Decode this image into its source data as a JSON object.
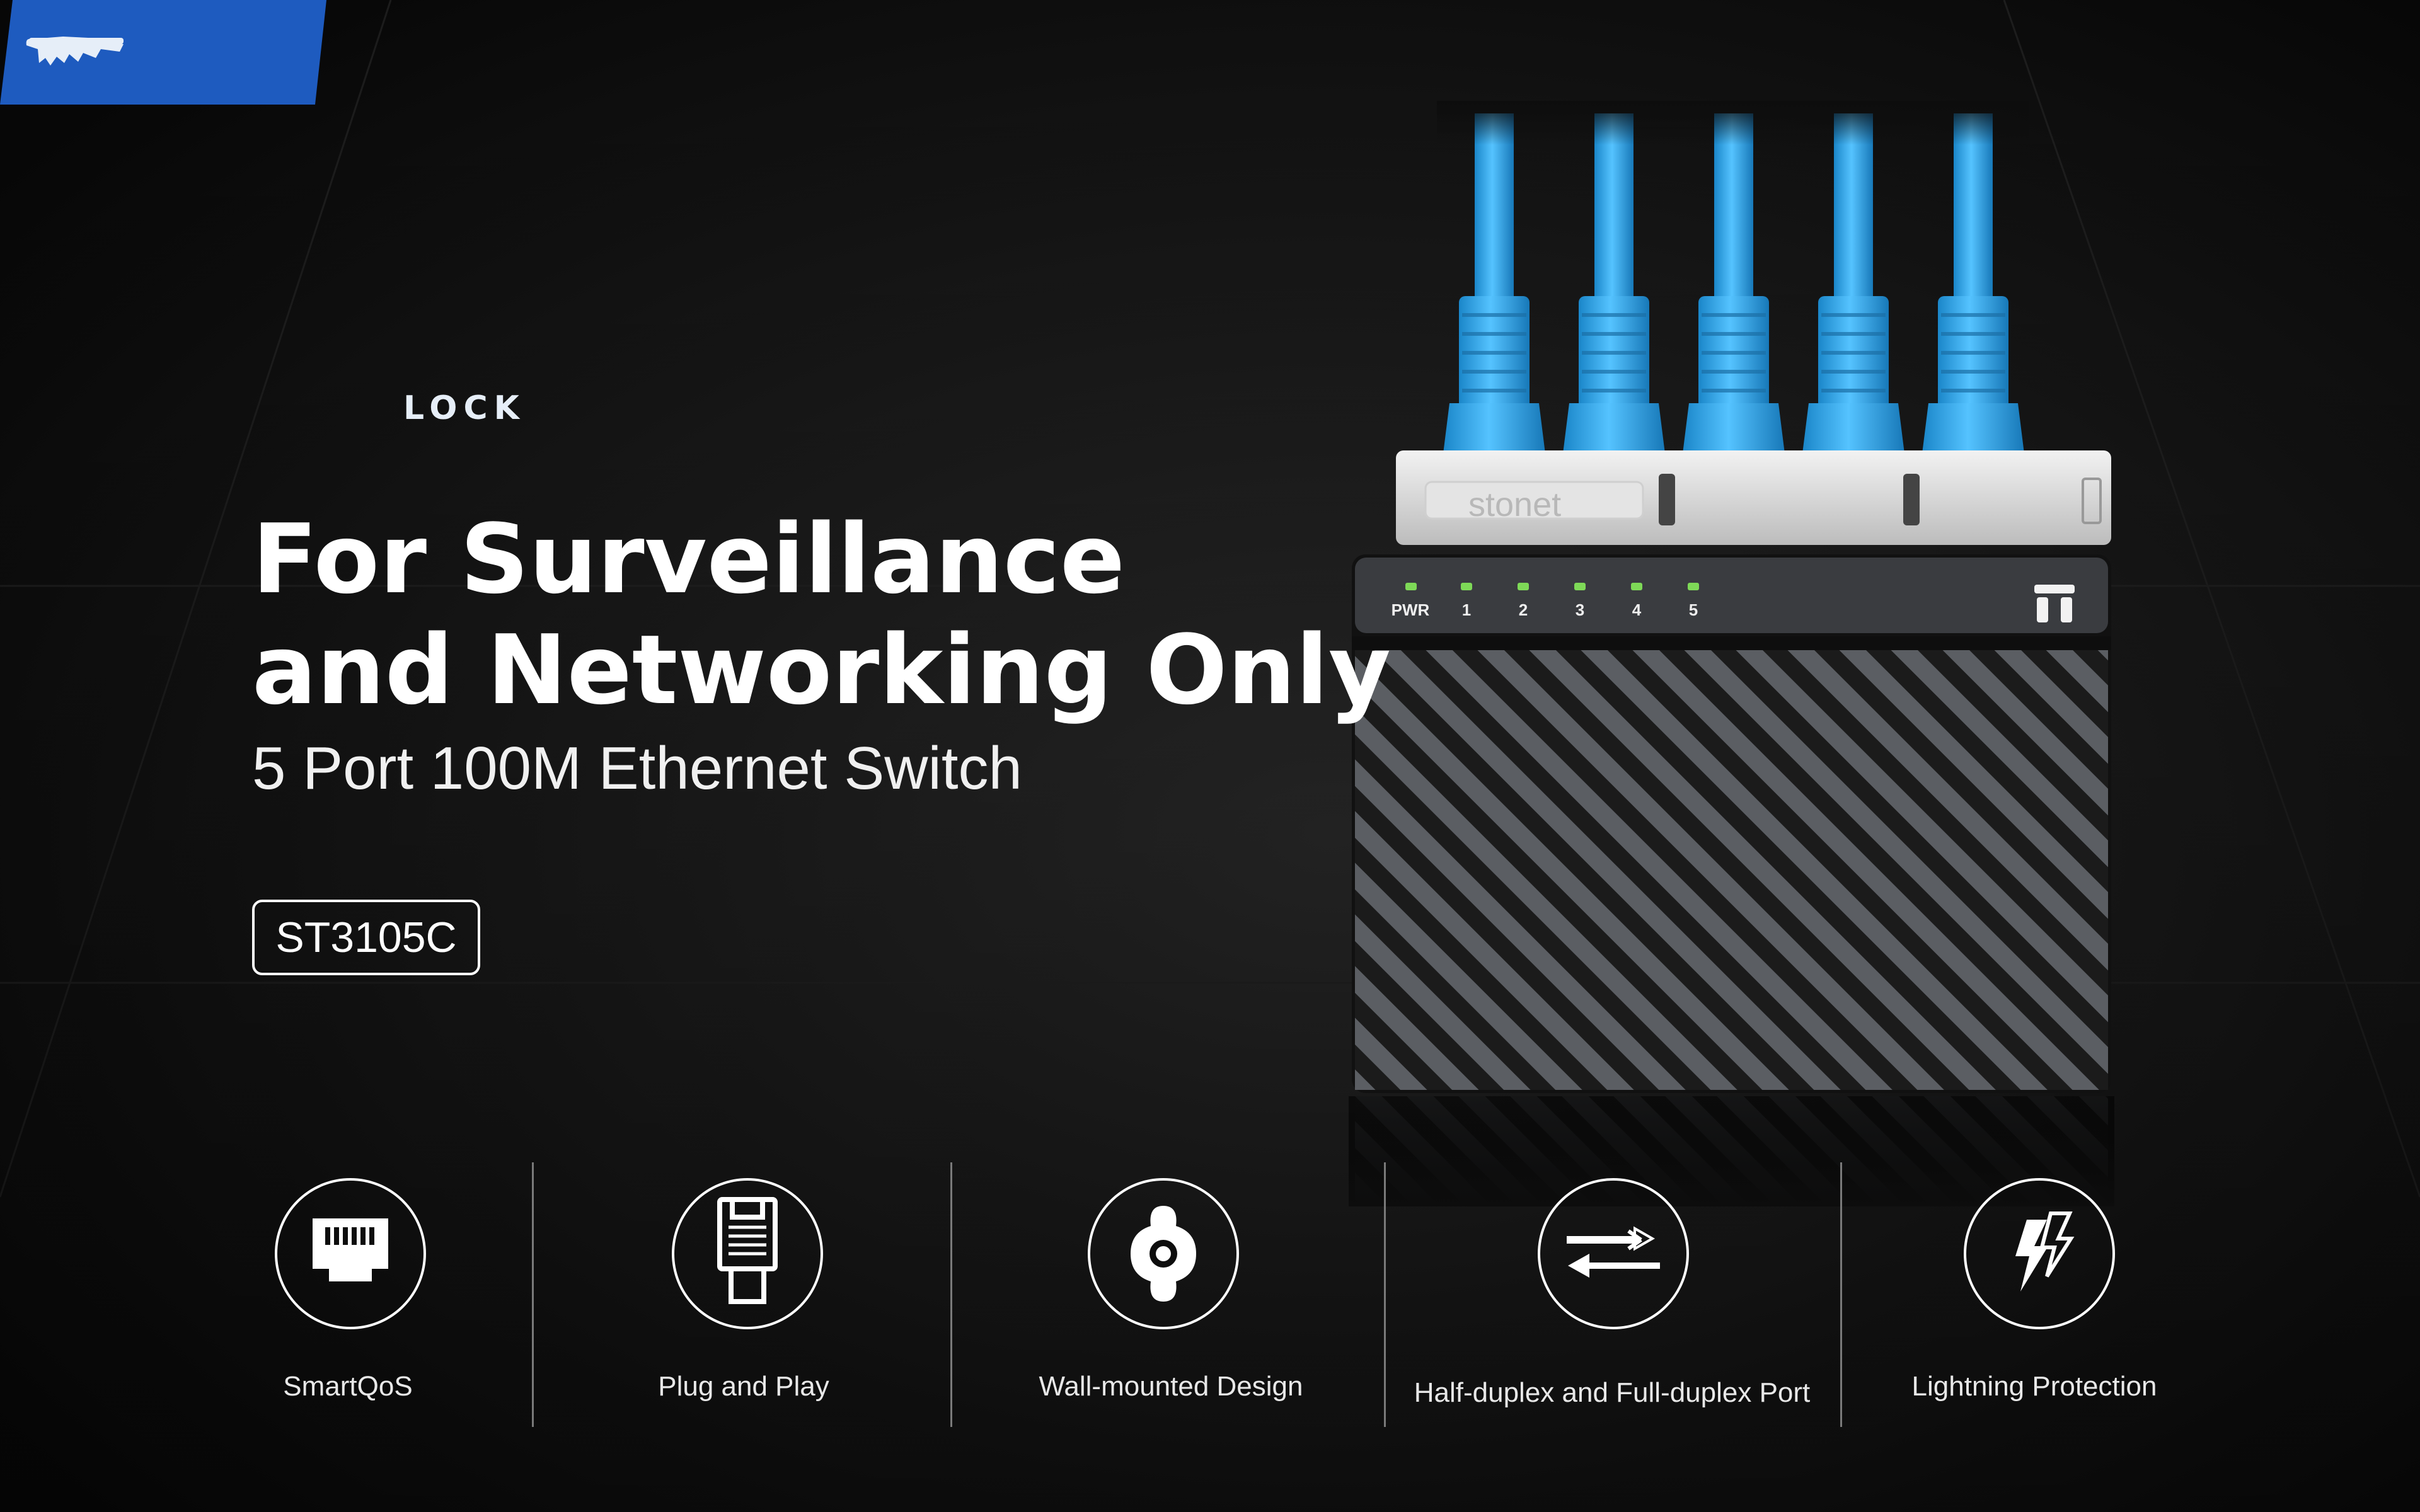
{
  "badge": {
    "label": "LOCK",
    "color": "#1e5bbf"
  },
  "headline": {
    "line1": "For Surveillance",
    "line2": "and Networking Only"
  },
  "subheadline": "5 Port 100M Ethernet Switch",
  "model": "ST3105C",
  "product": {
    "brand_name": "stonet",
    "port_labels": [
      "PWR",
      "1",
      "2",
      "3",
      "4",
      "5"
    ],
    "cable_color": "#2fa3e6",
    "led_color": "#7ed957"
  },
  "features": [
    {
      "label": "SmartQoS",
      "icon": "rj45-port-icon"
    },
    {
      "label": "Plug and Play",
      "icon": "ethernet-plug-icon"
    },
    {
      "label": "Wall-mounted Design",
      "icon": "wall-mount-icon"
    },
    {
      "label": "Half-duplex and Full-duplex Port",
      "icon": "duplex-arrows-icon"
    },
    {
      "label": "Lightning Protection",
      "icon": "lightning-icon"
    }
  ]
}
